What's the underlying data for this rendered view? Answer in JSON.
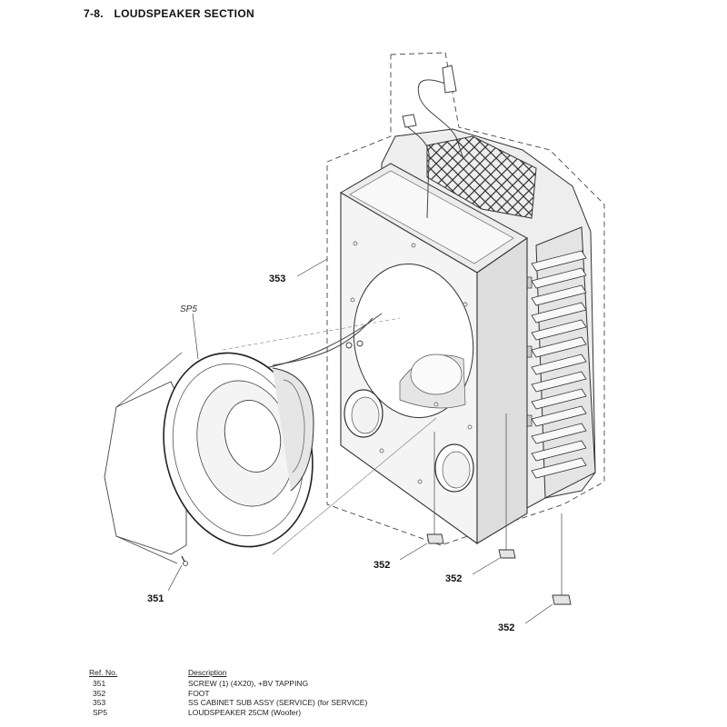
{
  "section": {
    "number": "7-8.",
    "title": "LOUDSPEAKER  SECTION"
  },
  "callouts": {
    "cabinet": "353",
    "speaker": "SP5",
    "screw": "351",
    "foot_left": "352",
    "foot_mid": "352",
    "foot_right": "352"
  },
  "parts_table": {
    "headers": {
      "ref": "Ref. No.",
      "desc": "Description"
    },
    "rows": [
      {
        "ref": "351",
        "desc": "SCREW (1) (4X20), +BV TAPPING"
      },
      {
        "ref": "352",
        "desc": "FOOT"
      },
      {
        "ref": "353",
        "desc": "SS CABINET SUB ASSY (SERVICE) (for SERVICE)"
      },
      {
        "ref": "SP5",
        "desc": "LOUDSPEAKER 25CM (Woofer)"
      }
    ]
  },
  "colors": {
    "line": "#333333",
    "thin": "#555555",
    "panel_front": "#f2f2f2",
    "panel_side": "#dcdcdc",
    "panel_top": "#e8e8e8"
  }
}
